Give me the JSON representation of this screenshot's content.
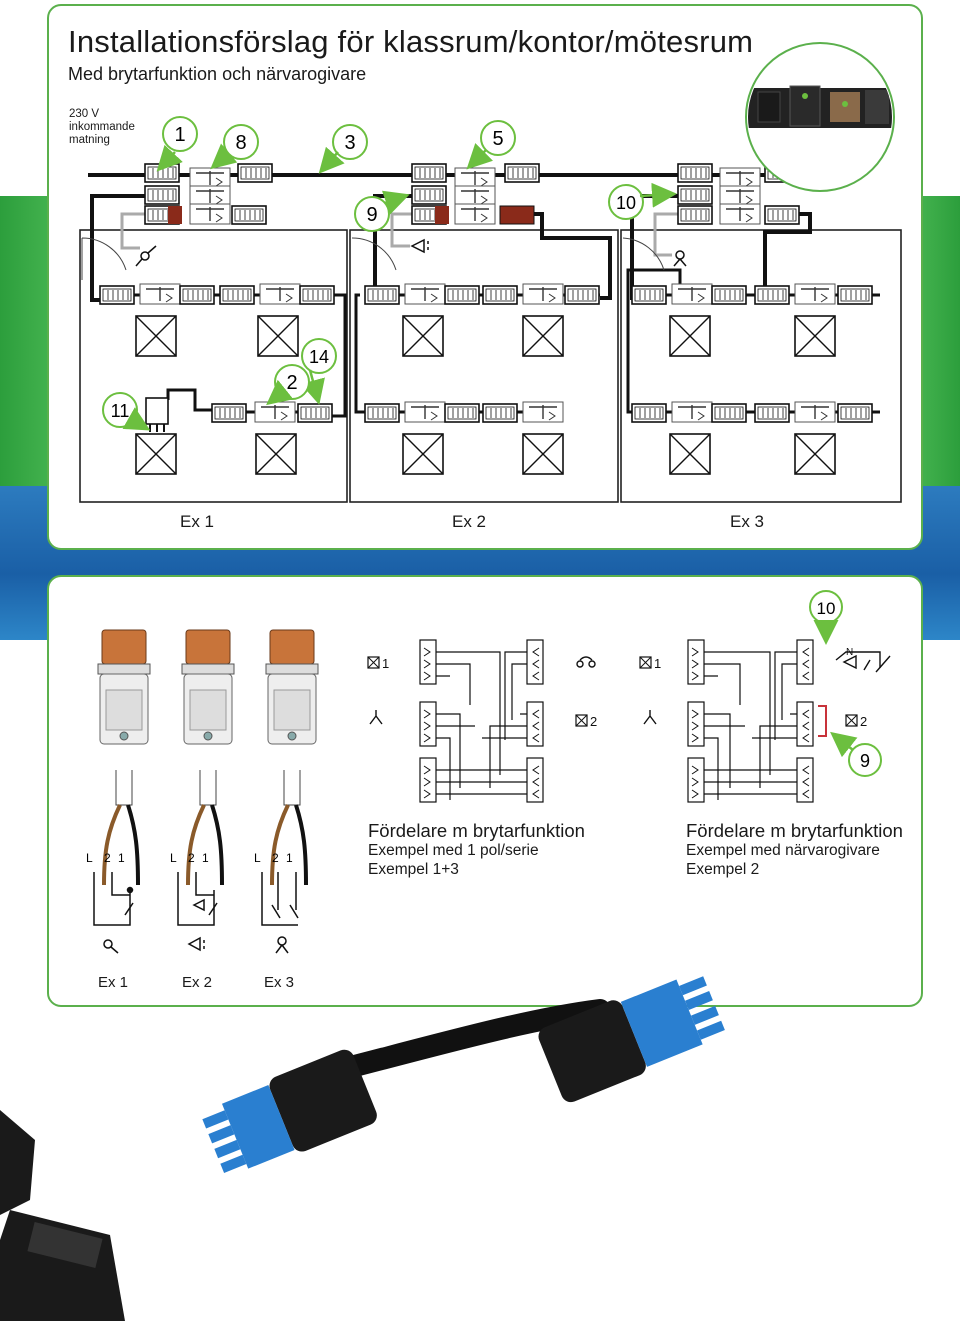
{
  "header": {
    "title": "Installationsförslag för klassrum/kontor/mötesrum",
    "subtitle": "Med brytarfunktion och närvarogivare",
    "incoming_line1": "230 V",
    "incoming_line2": "inkommande",
    "incoming_line3": "matning"
  },
  "callouts": {
    "c1": "1",
    "c8": "8",
    "c3": "3",
    "c5": "5",
    "c9": "9",
    "c10": "10",
    "c14": "14",
    "c2": "2",
    "c11": "11"
  },
  "examples": {
    "top": [
      "Ex 1",
      "Ex 2",
      "Ex 3"
    ],
    "bottom": [
      "Ex 1",
      "Ex 2",
      "Ex 3"
    ]
  },
  "wiring": {
    "terminal_labels": [
      "L",
      "2",
      "1"
    ],
    "n_label": "N",
    "lamp1": "1",
    "lamp2": "2",
    "callout10": "10",
    "callout9": "9"
  },
  "captions": {
    "left_title": "Fördelare m brytarfunktion",
    "left_line1": "Exempel med 1 pol/serie",
    "left_line2": "Exempel 1+3",
    "right_title": "Fördelare m brytarfunktion",
    "right_line1": "Exempel med närvarogivare",
    "right_line2": "Exempel 2"
  },
  "colors": {
    "panel_border": "#5bb04c",
    "band_blue": "#1a5fa6",
    "band_green": "#43b24e",
    "callout_arrow": "#6cbf3f",
    "connector_red": "#8a2a1a",
    "connector_blue": "#2a7fd0",
    "cable_brown": "#8a5a2a",
    "plug_orange": "#c8743a"
  }
}
